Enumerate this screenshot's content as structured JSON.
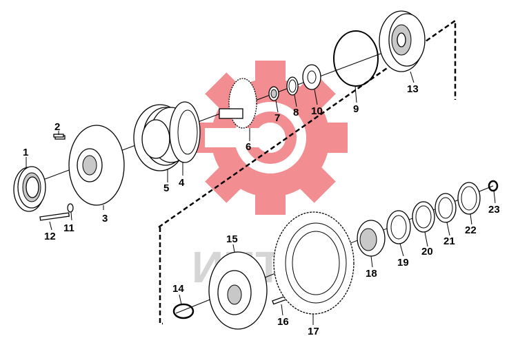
{
  "watermark": {
    "text": "ИНТЕХ",
    "logo_color": "#e8323a"
  },
  "callouts": [
    {
      "id": "1",
      "label": "1"
    },
    {
      "id": "2",
      "label": "2"
    },
    {
      "id": "3",
      "label": "3"
    },
    {
      "id": "4",
      "label": "4"
    },
    {
      "id": "5",
      "label": "5"
    },
    {
      "id": "6",
      "label": "6"
    },
    {
      "id": "7",
      "label": "7"
    },
    {
      "id": "8",
      "label": "8"
    },
    {
      "id": "9",
      "label": "9"
    },
    {
      "id": "10",
      "label": "10"
    },
    {
      "id": "11",
      "label": "11"
    },
    {
      "id": "12",
      "label": "12"
    },
    {
      "id": "13",
      "label": "13"
    },
    {
      "id": "14",
      "label": "14"
    },
    {
      "id": "15",
      "label": "15"
    },
    {
      "id": "16",
      "label": "16"
    },
    {
      "id": "17",
      "label": "17"
    },
    {
      "id": "18",
      "label": "18"
    },
    {
      "id": "19",
      "label": "19"
    },
    {
      "id": "20",
      "label": "20"
    },
    {
      "id": "21",
      "label": "21"
    },
    {
      "id": "22",
      "label": "22"
    },
    {
      "id": "23",
      "label": "23"
    }
  ]
}
